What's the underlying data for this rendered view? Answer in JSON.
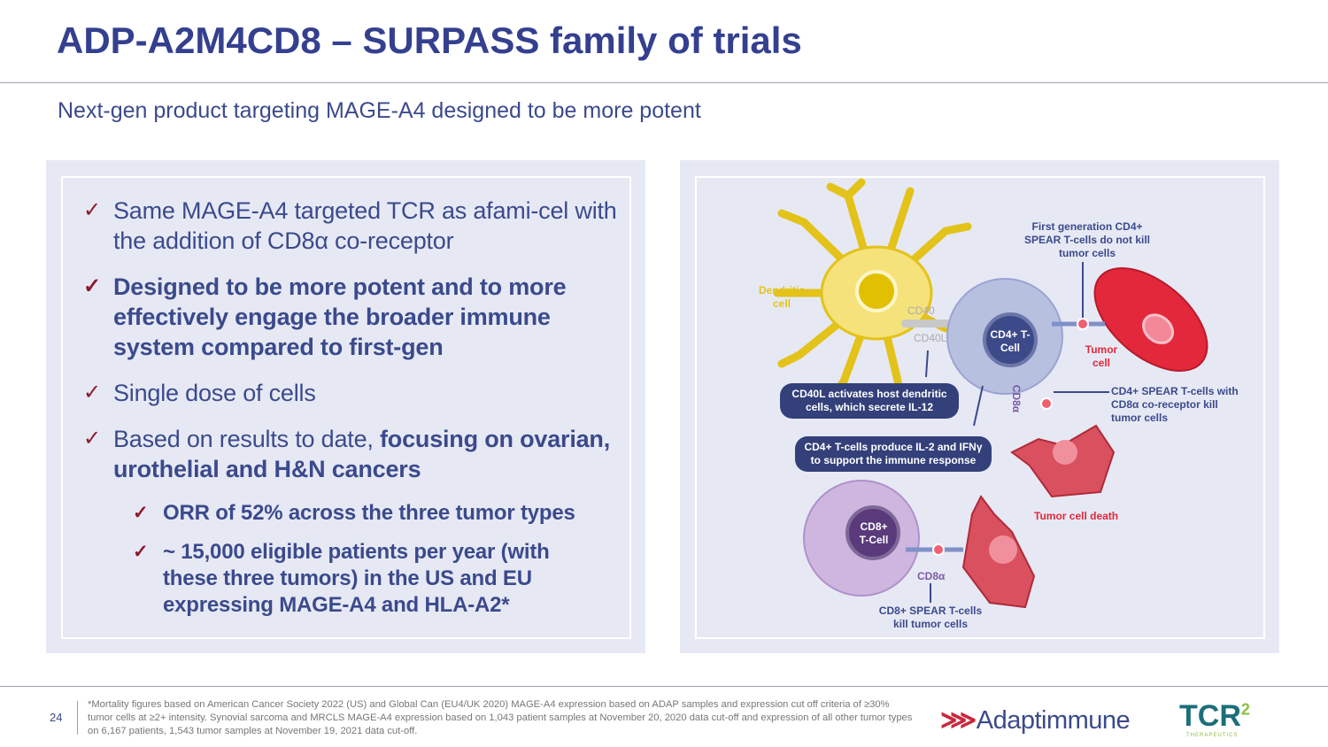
{
  "title": "ADP-A2M4CD8 – SURPASS family of trials",
  "subtitle": "Next-gen product targeting MAGE-A4 designed to be more potent",
  "bullets": {
    "b1": "Same MAGE-A4 targeted TCR as afami-cel with the addition of CD8α co-receptor",
    "b2": "Designed to be more potent and to more effectively engage the broader immune system compared to first-gen",
    "b3": "Single dose of cells",
    "b4_plain": "Based on results to date, ",
    "b4_bold": "focusing on ovarian, urothelial and H&N cancers",
    "s1": "ORR of 52% across the three tumor types",
    "s2": "~ 15,000 eligible patients per year (with these three tumors) in the US and EU expressing MAGE-A4 and HLA-A2*"
  },
  "check_icon": "✓",
  "diagram": {
    "dendritic": "Dendritic cell",
    "cd40": "CD40",
    "cd40l": "CD40L",
    "cd4_cell": "CD4+ T-Cell",
    "first_gen": "First generation CD4+ SPEAR T-cells do not kill tumor cells",
    "tumor_cell": "Tumor cell",
    "cd8a_rot": "CD8α",
    "cd4_spear": "CD4+ SPEAR T-cells with CD8α co-receptor kill tumor cells",
    "pill1": "CD40L activates host dendritic cells, which secrete IL-12",
    "pill2": "CD4+ T-cells produce IL-2 and IFNγ to support the immune response",
    "death": "Tumor cell death",
    "cd8_cell": "CD8+ T-Cell",
    "cd8a": "CD8α",
    "cd8_spear": "CD8+ SPEAR T-cells kill tumor cells"
  },
  "footer": {
    "page": "24",
    "note": "*Mortality figures based on American Cancer Society 2022 (US) and Global Can (EU4/UK 2020) MAGE-A4 expression based on ADAP samples and expression cut off criteria of ≥30% tumor cells at ≥2+ intensity. Synovial sarcoma and MRCLS MAGE-A4 expression based on 1,043 patient samples at November 20, 2020 data cut-off and expression of all other tumor types on 6,167 patients, 1,543 tumor samples at November 19, 2021 data cut-off.",
    "logo1": "Adaptimmune",
    "logo2": "TCR",
    "logo2_sup": "2",
    "logo2_sub": "THERAPEUTICS"
  },
  "colors": {
    "title": "#34408f",
    "check": "#8b1a2b",
    "panel": "#e6e9f4"
  }
}
